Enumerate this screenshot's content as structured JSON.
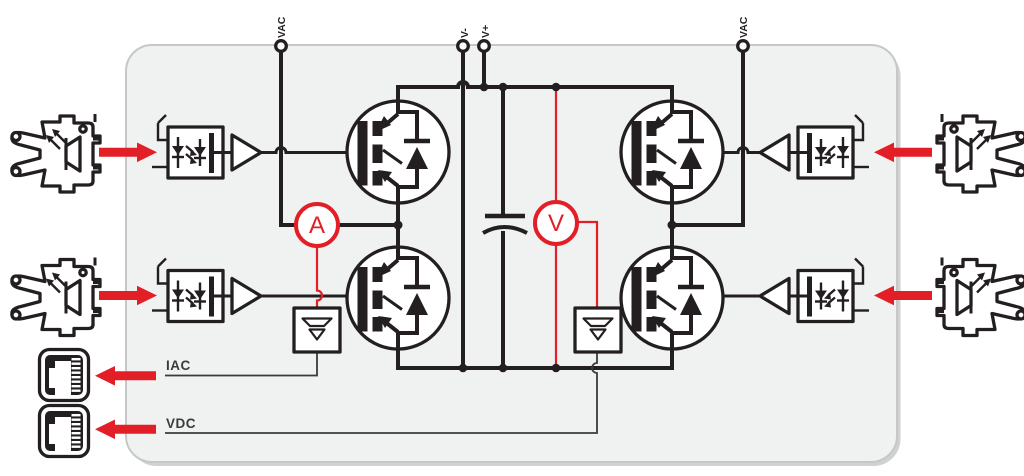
{
  "labels": {
    "terminal_vac_left": "VAC",
    "terminal_v_minus": "V-",
    "terminal_v_plus": "V+",
    "terminal_vac_right": "VAC",
    "ammeter": "A",
    "voltmeter": "V",
    "output_iac": "IAC",
    "output_vdc": "VDC"
  },
  "colors": {
    "accent_red": "#e21e26",
    "ink": "#231f20",
    "board_fill": "#f0f1f1",
    "board_border": "#c6c8c8"
  },
  "icons": {
    "gate_input_plug": "optocoupler-plug-icon",
    "network_jack": "rj45-jack-icon",
    "ammeter_symbol": "ammeter-circle-icon",
    "voltmeter_symbol": "voltmeter-circle-icon",
    "ground_reference": "earth-ground-icon",
    "signal_arrow": "red-arrow-icon"
  }
}
